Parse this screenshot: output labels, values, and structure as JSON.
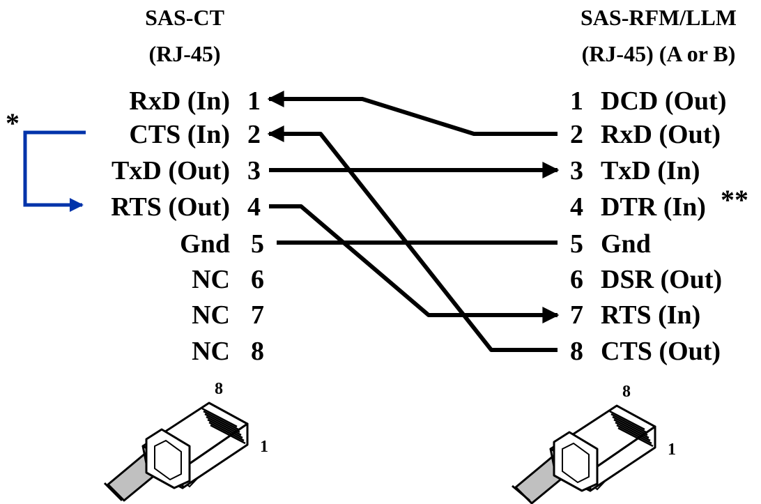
{
  "left_connector": {
    "title_line1": "SAS-CT",
    "title_line2": "(RJ-45)",
    "pins": [
      {
        "num": "1",
        "label": "RxD (In)"
      },
      {
        "num": "2",
        "label": "CTS (In)"
      },
      {
        "num": "3",
        "label": "TxD (Out)"
      },
      {
        "num": "4",
        "label": "RTS (Out)"
      },
      {
        "num": "5",
        "label": "Gnd"
      },
      {
        "num": "6",
        "label": "NC"
      },
      {
        "num": "7",
        "label": "NC"
      },
      {
        "num": "8",
        "label": "NC"
      }
    ],
    "plug_pin_high": "8",
    "plug_pin_low": "1"
  },
  "right_connector": {
    "title_line1": "SAS-RFM/LLM",
    "title_line2": "(RJ-45) (A or B)",
    "pins": [
      {
        "num": "1",
        "label": "DCD (Out)"
      },
      {
        "num": "2",
        "label": "RxD (Out)"
      },
      {
        "num": "3",
        "label": "TxD (In)"
      },
      {
        "num": "4",
        "label": "DTR (In)"
      },
      {
        "num": "5",
        "label": "Gnd"
      },
      {
        "num": "6",
        "label": "DSR (Out)"
      },
      {
        "num": "7",
        "label": "RTS (In)"
      },
      {
        "num": "8",
        "label": "CTS (Out)"
      }
    ],
    "plug_pin_high": "8",
    "plug_pin_low": "1"
  },
  "notes": {
    "loopback_marker": "*",
    "dtr_marker": "**"
  },
  "colors": {
    "wire": "#000000",
    "loopback": "#0033aa",
    "plug_body": "#ffffff",
    "cable": "#c0c0c0"
  }
}
